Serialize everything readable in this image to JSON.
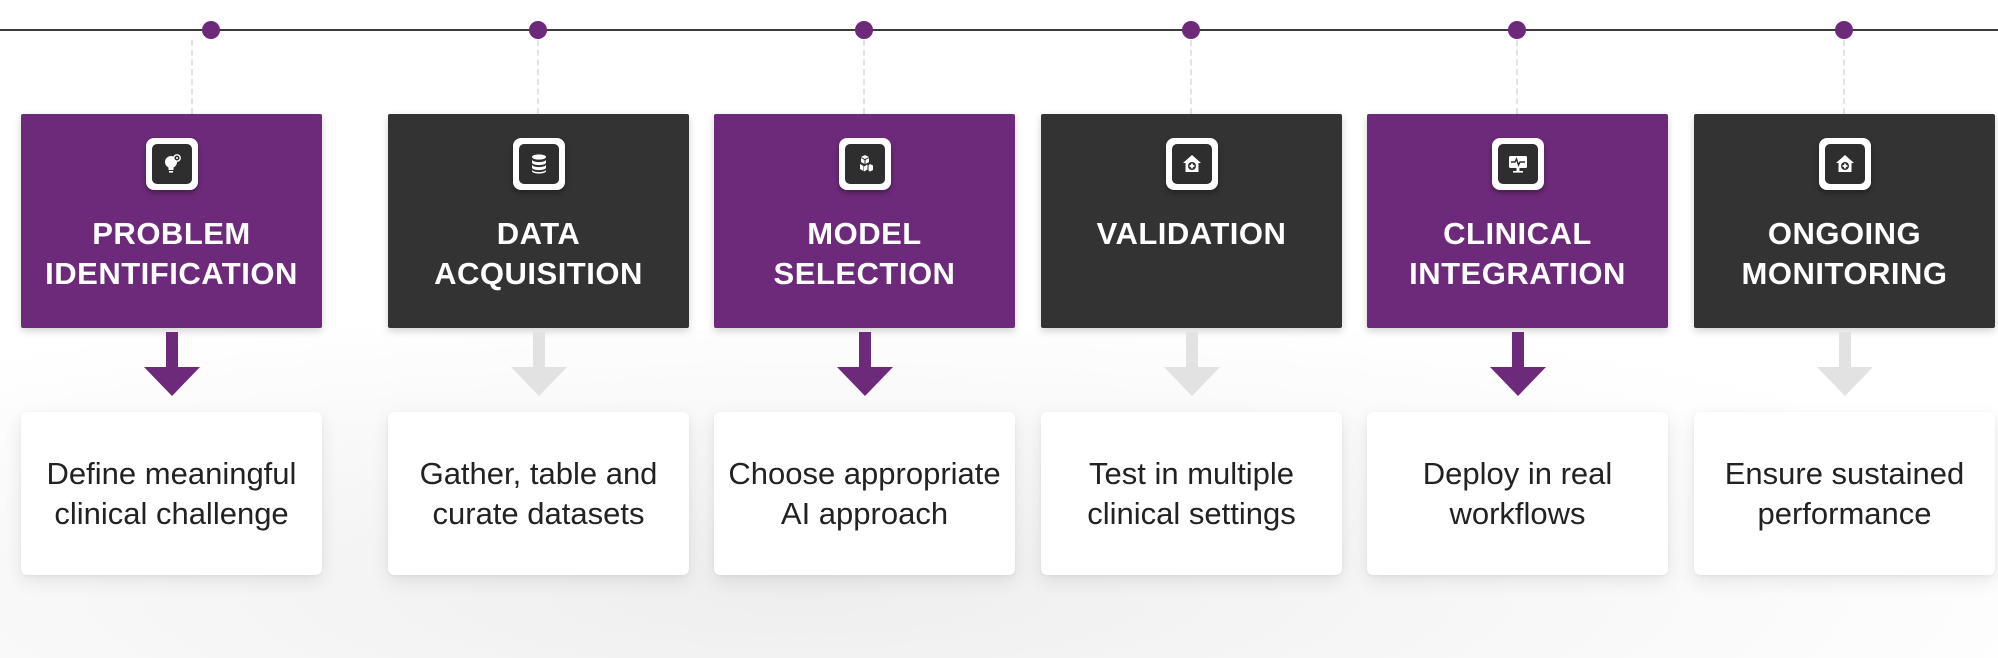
{
  "colors": {
    "purple": "#6e2a7a",
    "dark": "#333333",
    "light_arrow": "#e2e2e2"
  },
  "steps": [
    {
      "title_line1": "PROBLEM",
      "title_line2": "IDENTIFICATION",
      "description": "Define meaningful clinical challenge",
      "variant": "purple",
      "icon": "lightbulb-gear-icon"
    },
    {
      "title_line1": "DATA",
      "title_line2": "ACQUISITION",
      "description": "Gather, table and curate datasets",
      "variant": "dark",
      "icon": "database-icon"
    },
    {
      "title_line1": "MODEL",
      "title_line2": "SELECTION",
      "description": "Choose appropriate AI approach",
      "variant": "purple",
      "icon": "cubes-icon"
    },
    {
      "title_line1": "VALIDATION",
      "title_line2": "",
      "description": "Test in multiple clinical settings",
      "variant": "dark",
      "icon": "medical-house-icon"
    },
    {
      "title_line1": "CLINICAL",
      "title_line2": "INTEGRATION",
      "description": "Deploy in real workflows",
      "variant": "purple",
      "icon": "monitor-pulse-icon"
    },
    {
      "title_line1": "ONGOING",
      "title_line2": "MONITORING",
      "description": "Ensure sustained performance",
      "variant": "dark",
      "icon": "medical-house-icon"
    }
  ]
}
